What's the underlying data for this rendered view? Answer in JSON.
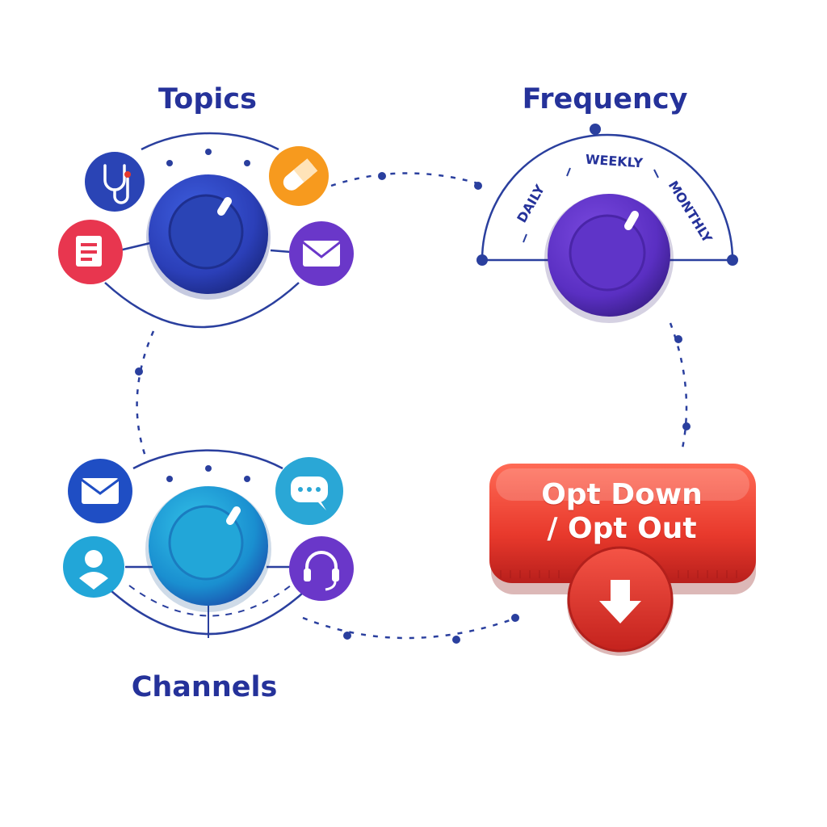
{
  "topics": {
    "title": "Topics",
    "icons": [
      "stethoscope-icon",
      "pill-icon",
      "document-icon",
      "envelope-icon"
    ]
  },
  "frequency": {
    "title": "Frequency",
    "scale": {
      "left": "DAILY",
      "middle": "WEEKLY",
      "right": "MONTHLY"
    }
  },
  "channels": {
    "title": "Channels",
    "icons": [
      "mail-icon",
      "chat-bubble-icon",
      "person-icon",
      "headset-icon"
    ]
  },
  "opt_button": {
    "line1": "Opt Down",
    "line2": "/ Opt Out",
    "icon": "arrow-down-icon"
  },
  "colors": {
    "title": "#25329a",
    "topics_knob": "#2f47c8",
    "frequency_knob": "#5b2fc4",
    "channels_knob": "#1b9bd6",
    "button": "#e83a2e",
    "connector": "#2a3f9e"
  }
}
